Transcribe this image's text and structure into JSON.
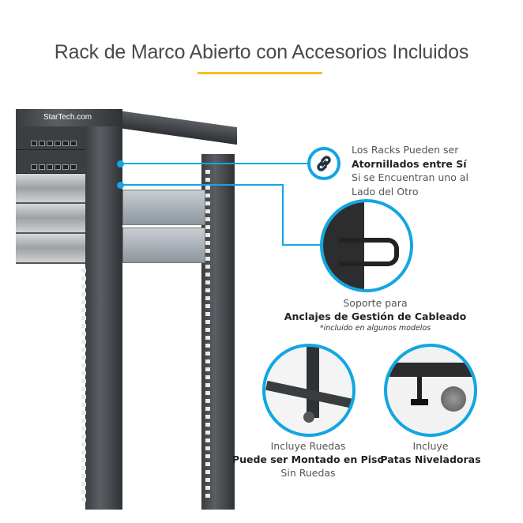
{
  "title": "Rack de Marco Abierto con Accesorios Incluidos",
  "brand": "StarTech.com",
  "colors": {
    "accent": "#12a6e2",
    "underline": "#f2c21a",
    "rack": "#3a3d40"
  },
  "features": [
    {
      "icon": "link-icon",
      "lines": [
        "Los Racks Pueden ser",
        "Atornillados entre Sí",
        "Si se Encuentran uno al",
        "Lado del Otro"
      ]
    },
    {
      "lines": [
        "Soporte para",
        "Anclajes de Gestión de Cableado",
        "*incluido en algunos modelos"
      ]
    },
    {
      "lines": [
        "Incluye Ruedas",
        "Puede ser Montado en Piso",
        "Sin Ruedas"
      ]
    },
    {
      "lines": [
        "Incluye",
        "Patas Niveladoras"
      ]
    }
  ]
}
